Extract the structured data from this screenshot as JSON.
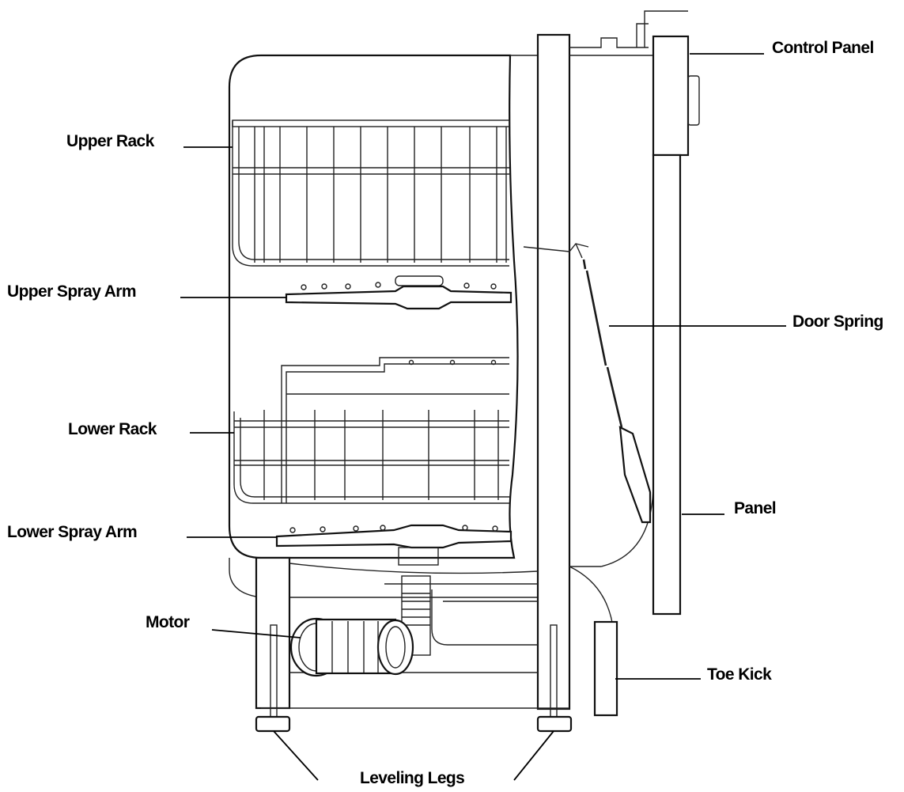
{
  "labels": {
    "control_panel": "Control Panel",
    "upper_rack": "Upper Rack",
    "upper_spray_arm": "Upper Spray Arm",
    "door_spring": "Door Spring",
    "lower_rack": "Lower Rack",
    "panel": "Panel",
    "lower_spray_arm": "Lower Spray Arm",
    "motor": "Motor",
    "toe_kick": "Toe Kick",
    "leveling_legs": "Leveling Legs"
  },
  "colors": {
    "line": "#000000",
    "background": "#ffffff"
  }
}
